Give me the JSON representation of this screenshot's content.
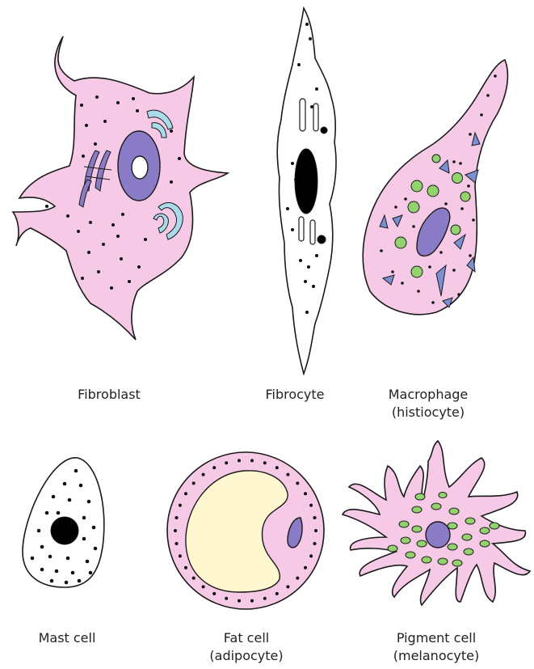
{
  "colors": {
    "cytoplasm": "#f6c9e6",
    "nucleus": "#8a7bc6",
    "nucleolus": "#ffffff",
    "er": "#a9dbea",
    "granule": "#111111",
    "vacuole": "#93d36e",
    "lysosome": "#7c8fd0",
    "fat": "#fff7cf",
    "outline": "#1a1a1a"
  },
  "cells": [
    {
      "id": "fibroblast",
      "lines": [
        "Fibroblast"
      ]
    },
    {
      "id": "fibrocyte",
      "lines": [
        "Fibrocyte"
      ]
    },
    {
      "id": "macrophage",
      "lines": [
        "Macrophage",
        "(histiocyte)"
      ]
    },
    {
      "id": "mast-cell",
      "lines": [
        "Mast cell"
      ]
    },
    {
      "id": "fat-cell",
      "lines": [
        "Fat cell",
        "(adipocyte)"
      ]
    },
    {
      "id": "pigment-cell",
      "lines": [
        "Pigment cell",
        "(melanocyte)"
      ]
    }
  ]
}
